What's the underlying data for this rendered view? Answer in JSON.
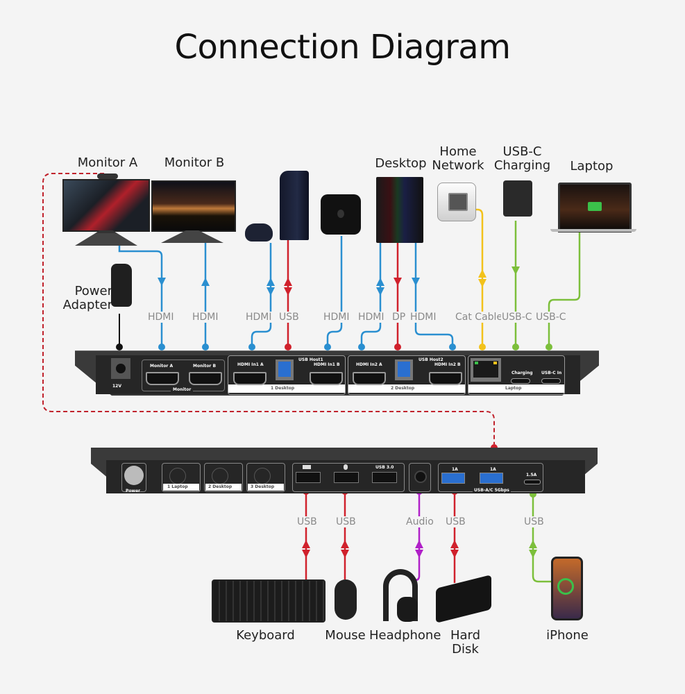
{
  "title": "Connection Diagram",
  "colors": {
    "hdmi": "#2a8fd0",
    "usb": "#d0212c",
    "cat": "#f2c21b",
    "usbc": "#7cbf3b",
    "audio": "#b020c8",
    "power": "#111111",
    "background": "#f4f4f4"
  },
  "devices_top": {
    "monitor_a": "Monitor A",
    "monitor_b": "Monitor B",
    "power_adapter": "Power\nAdapter",
    "desktop": "Desktop",
    "home_network": "Home\nNetwork",
    "usbc_charging": "USB-C\nCharging",
    "laptop": "Laptop"
  },
  "devices_bottom": {
    "keyboard": "Keyboard",
    "mouse": "Mouse",
    "headphone": "Headphone",
    "hard_disk": "Hard Disk",
    "iphone": "iPhone"
  },
  "cables_top": [
    "HDMI",
    "HDMI",
    "HDMI",
    "USB",
    "HDMI",
    "HDMI",
    "DP",
    "HDMI",
    "Cat Cable",
    "USB-C",
    "USB-C"
  ],
  "cables_bottom": [
    "USB",
    "USB",
    "Audio",
    "USB",
    "USB"
  ],
  "rear_panel": {
    "power_in": "12V",
    "monitor_a": "Monitor A",
    "monitor_b": "Monitor B",
    "monitor_group": "Monitor",
    "hdmi_in1a": "HDMI In1 A",
    "usb_host1": "USB Host1",
    "hdmi_in1b": "HDMI In1 B",
    "desktop1": "1 Desktop",
    "hdmi_in2a": "HDMI In2 A",
    "usb_host2": "USB Host2",
    "hdmi_in2b": "HDMI In2 B",
    "desktop2": "2 Desktop",
    "charging": "Charging",
    "usbc_in": "USB-C In",
    "laptop": "Laptop"
  },
  "front_panel": {
    "power": "Power",
    "btn1": "1 Laptop",
    "btn2": "2 Desktop",
    "btn3": "3 Desktop",
    "usb30": "USB 3.0",
    "port1a_1": "1A",
    "port1a_2": "1A",
    "port15a": "1.5A",
    "usb_group": "USB-A/C 5Gbps"
  }
}
